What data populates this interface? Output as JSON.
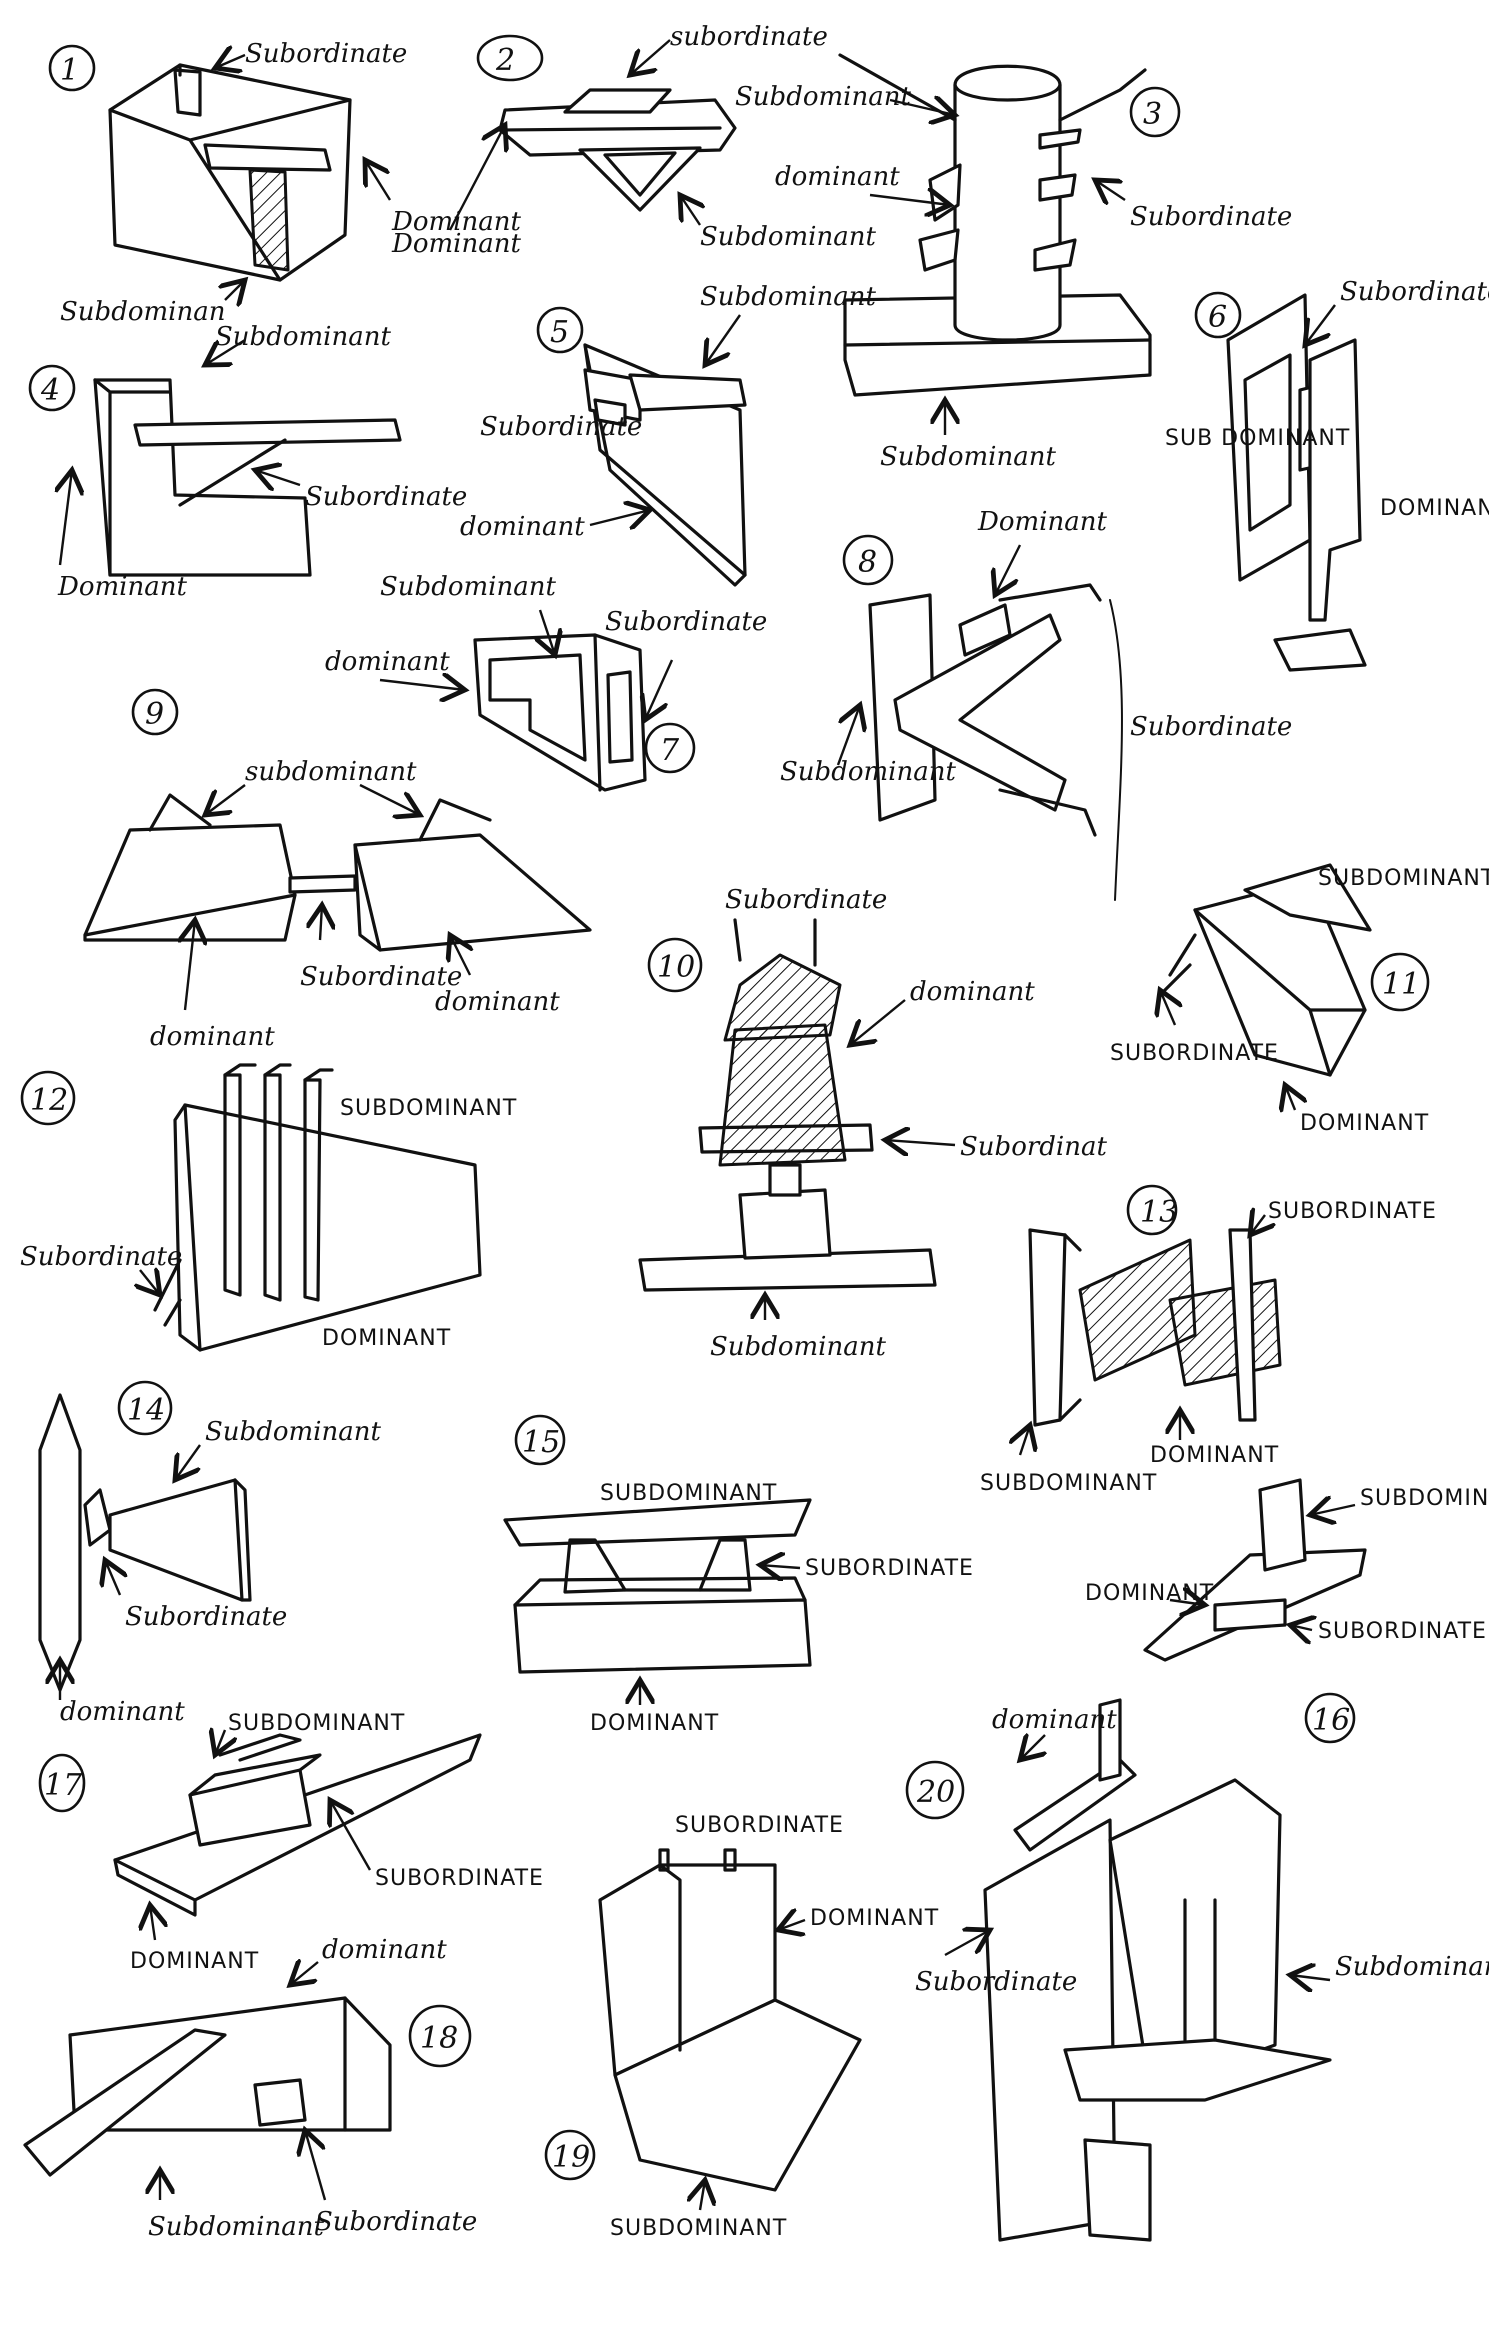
{
  "sketches": [
    {
      "id": "1",
      "number": "1",
      "labels": [
        "Subordinate",
        "Dominant",
        "Subdominan"
      ]
    },
    {
      "id": "2",
      "number": "2",
      "labels": [
        "subordinate",
        "Dominant",
        "Subdominant"
      ]
    },
    {
      "id": "3",
      "number": "3",
      "labels": [
        "Subdominant",
        "dominant",
        "Subordinate",
        "Subdominant"
      ]
    },
    {
      "id": "4",
      "number": "4",
      "labels": [
        "Subdominant",
        "Subordinate",
        "Dominant"
      ]
    },
    {
      "id": "5",
      "number": "5",
      "labels": [
        "Subdominant",
        "Subordinate",
        "dominant"
      ]
    },
    {
      "id": "6",
      "number": "6",
      "labels": [
        "Subordinate",
        "SUB DOMINANT",
        "DOMINANT"
      ]
    },
    {
      "id": "7",
      "number": "7",
      "labels": [
        "Subdominant",
        "Subordinate",
        "dominant"
      ]
    },
    {
      "id": "8",
      "number": "8",
      "labels": [
        "Dominant",
        "Subdominant",
        "Subordinate"
      ]
    },
    {
      "id": "9",
      "number": "9",
      "labels": [
        "subdominant",
        "dominant",
        "Subordinate",
        "dominant"
      ]
    },
    {
      "id": "10",
      "number": "10",
      "labels": [
        "Subordinate",
        "dominant",
        "Subordinat",
        "Subdominant"
      ]
    },
    {
      "id": "11",
      "number": "11",
      "labels": [
        "SUBDOMINANT",
        "SUBORDINATE",
        "DOMINANT"
      ]
    },
    {
      "id": "12",
      "number": "12",
      "labels": [
        "SUBDOMINANT",
        "Subordinate",
        "DOMINANT"
      ]
    },
    {
      "id": "13",
      "number": "13",
      "labels": [
        "SUBORDINATE",
        "SUBDOMINANT",
        "DOMINANT"
      ]
    },
    {
      "id": "14",
      "number": "14",
      "labels": [
        "Subdominant",
        "Subordinate",
        "dominant"
      ]
    },
    {
      "id": "15",
      "number": "15",
      "labels": [
        "SUBDOMINANT",
        "SUBORDINATE",
        "DOMINANT"
      ]
    },
    {
      "id": "16",
      "number": "16",
      "labels": [
        "SUBDOMINANT",
        "DOMINANT",
        "SUBORDINATE"
      ]
    },
    {
      "id": "17",
      "number": "17",
      "labels": [
        "SUBDOMINANT",
        "SUBORDINATE",
        "DOMINANT"
      ]
    },
    {
      "id": "18",
      "number": "18",
      "labels": [
        "dominant",
        "Subdominant",
        "Subordinate"
      ]
    },
    {
      "id": "19",
      "number": "19",
      "labels": [
        "SUBORDINATE",
        "DOMINANT",
        "SUBDOMINANT"
      ]
    },
    {
      "id": "20",
      "number": "20",
      "labels": [
        "dominant",
        "Subordinate",
        "Subdominant"
      ]
    }
  ]
}
